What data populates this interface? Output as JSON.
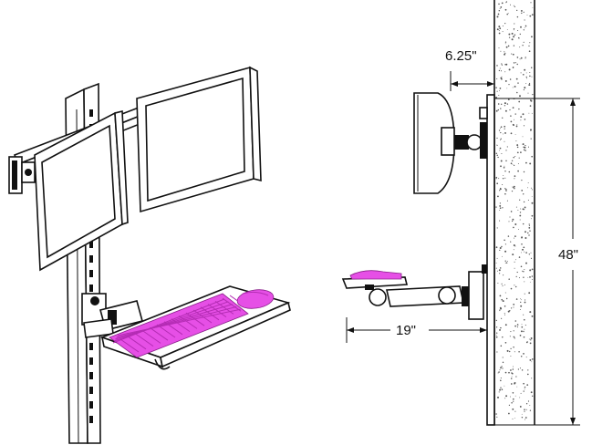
{
  "dimensions": {
    "arm_depth": "6.25\"",
    "height": "48\"",
    "keyboard_extension": "19\""
  },
  "colors": {
    "line": "#111111",
    "keyboard_mouse": "#e64fe6",
    "concrete_dots": "#555555"
  }
}
